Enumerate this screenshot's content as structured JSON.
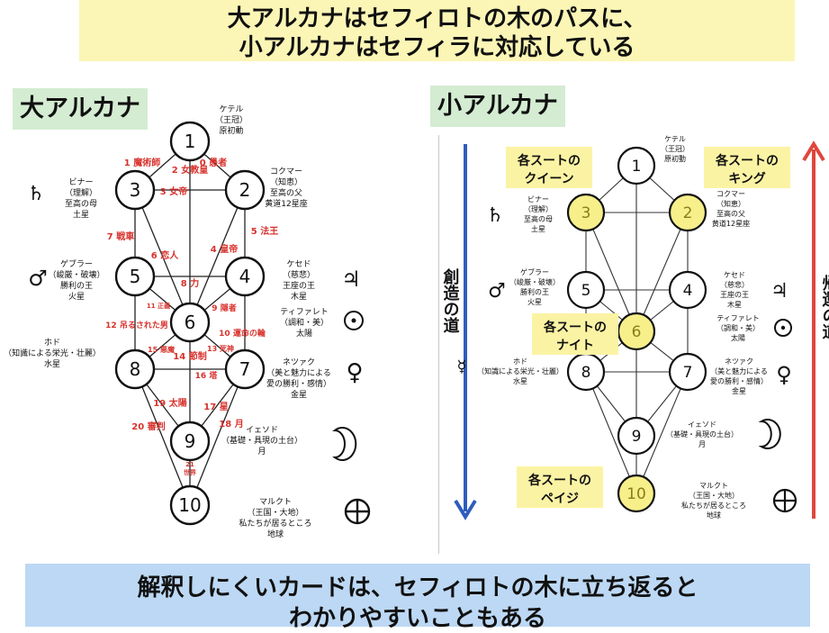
{
  "header": {
    "line1": "大アルカナはセフィロトの木のパスに、",
    "line2": "小アルカナはセフィラに対応している"
  },
  "footer": {
    "line1": "解釈しにくいカードは、セフィロトの木に立ち返ると",
    "line2": "わかりやすいこともある"
  },
  "left_panel": {
    "title": "大アルカナ",
    "sephirot": [
      {
        "num": "1",
        "lines": [
          "ケテル",
          "（王冠）",
          "原初動"
        ]
      },
      {
        "num": "2",
        "lines": [
          "コクマー",
          "（知恵）",
          "至高の父",
          "黄道12星座"
        ]
      },
      {
        "num": "3",
        "lines": [
          "ビナー",
          "（理解）",
          "至高の母",
          "土星"
        ]
      },
      {
        "num": "4",
        "lines": [
          "ケセド",
          "（慈悲）",
          "王座の王",
          "木星"
        ]
      },
      {
        "num": "5",
        "lines": [
          "ゲブラー",
          "（峻厳・破壊）",
          "勝利の王",
          "火星"
        ]
      },
      {
        "num": "6",
        "lines": [
          "ティファレト",
          "（調和・美）",
          "太陽"
        ]
      },
      {
        "num": "7",
        "lines": [
          "ネツァク",
          "（美と魅力による",
          "愛の勝利・感情）",
          "金星"
        ]
      },
      {
        "num": "8",
        "lines": [
          "ホド",
          "（知識による栄光・壮麗）",
          "水星"
        ]
      },
      {
        "num": "9",
        "lines": [
          "イェソド",
          "（基礎・具現の土台）",
          "月"
        ]
      },
      {
        "num": "10",
        "lines": [
          "マルクト",
          "（王国・大地）",
          "私たちが居るところ",
          "地球"
        ]
      }
    ],
    "paths": [
      "0 愚者",
      "1 魔術師",
      "2 女教皇",
      "3 女帝",
      "4 皇帝",
      "5 法王",
      "6 恋人",
      "7 戦車",
      "8 力",
      "9 隠者",
      "10 運命の輪",
      "11 正義",
      "12 吊るされた男",
      "13 死神",
      "14 節制",
      "15 悪魔",
      "16 塔",
      "17 星",
      "18 月",
      "19 太陽",
      "20 審判",
      "21 世界"
    ]
  },
  "right_panel": {
    "title": "小アルカナ",
    "creation_label": "創造の道",
    "return_label": "帰還の道",
    "callouts": {
      "queen": [
        "各スートの",
        "クイーン"
      ],
      "king": [
        "各スートの",
        "キング"
      ],
      "knight": [
        "各スートの",
        "ナイト"
      ],
      "page": [
        "各スートの",
        "ペイジ"
      ]
    },
    "highlighted": [
      "2",
      "3",
      "6",
      "10"
    ]
  },
  "colors": {
    "header_bg": "#fbf6b6",
    "footer_bg": "#bcd8f4",
    "title_bg": "#d4ecd2",
    "path_label": "#d8322d",
    "highlight": "#f6ef8a",
    "callout_bg": "#fbf3a4",
    "down_arrow": "#2e5dbd",
    "up_arrow": "#e0463c"
  }
}
